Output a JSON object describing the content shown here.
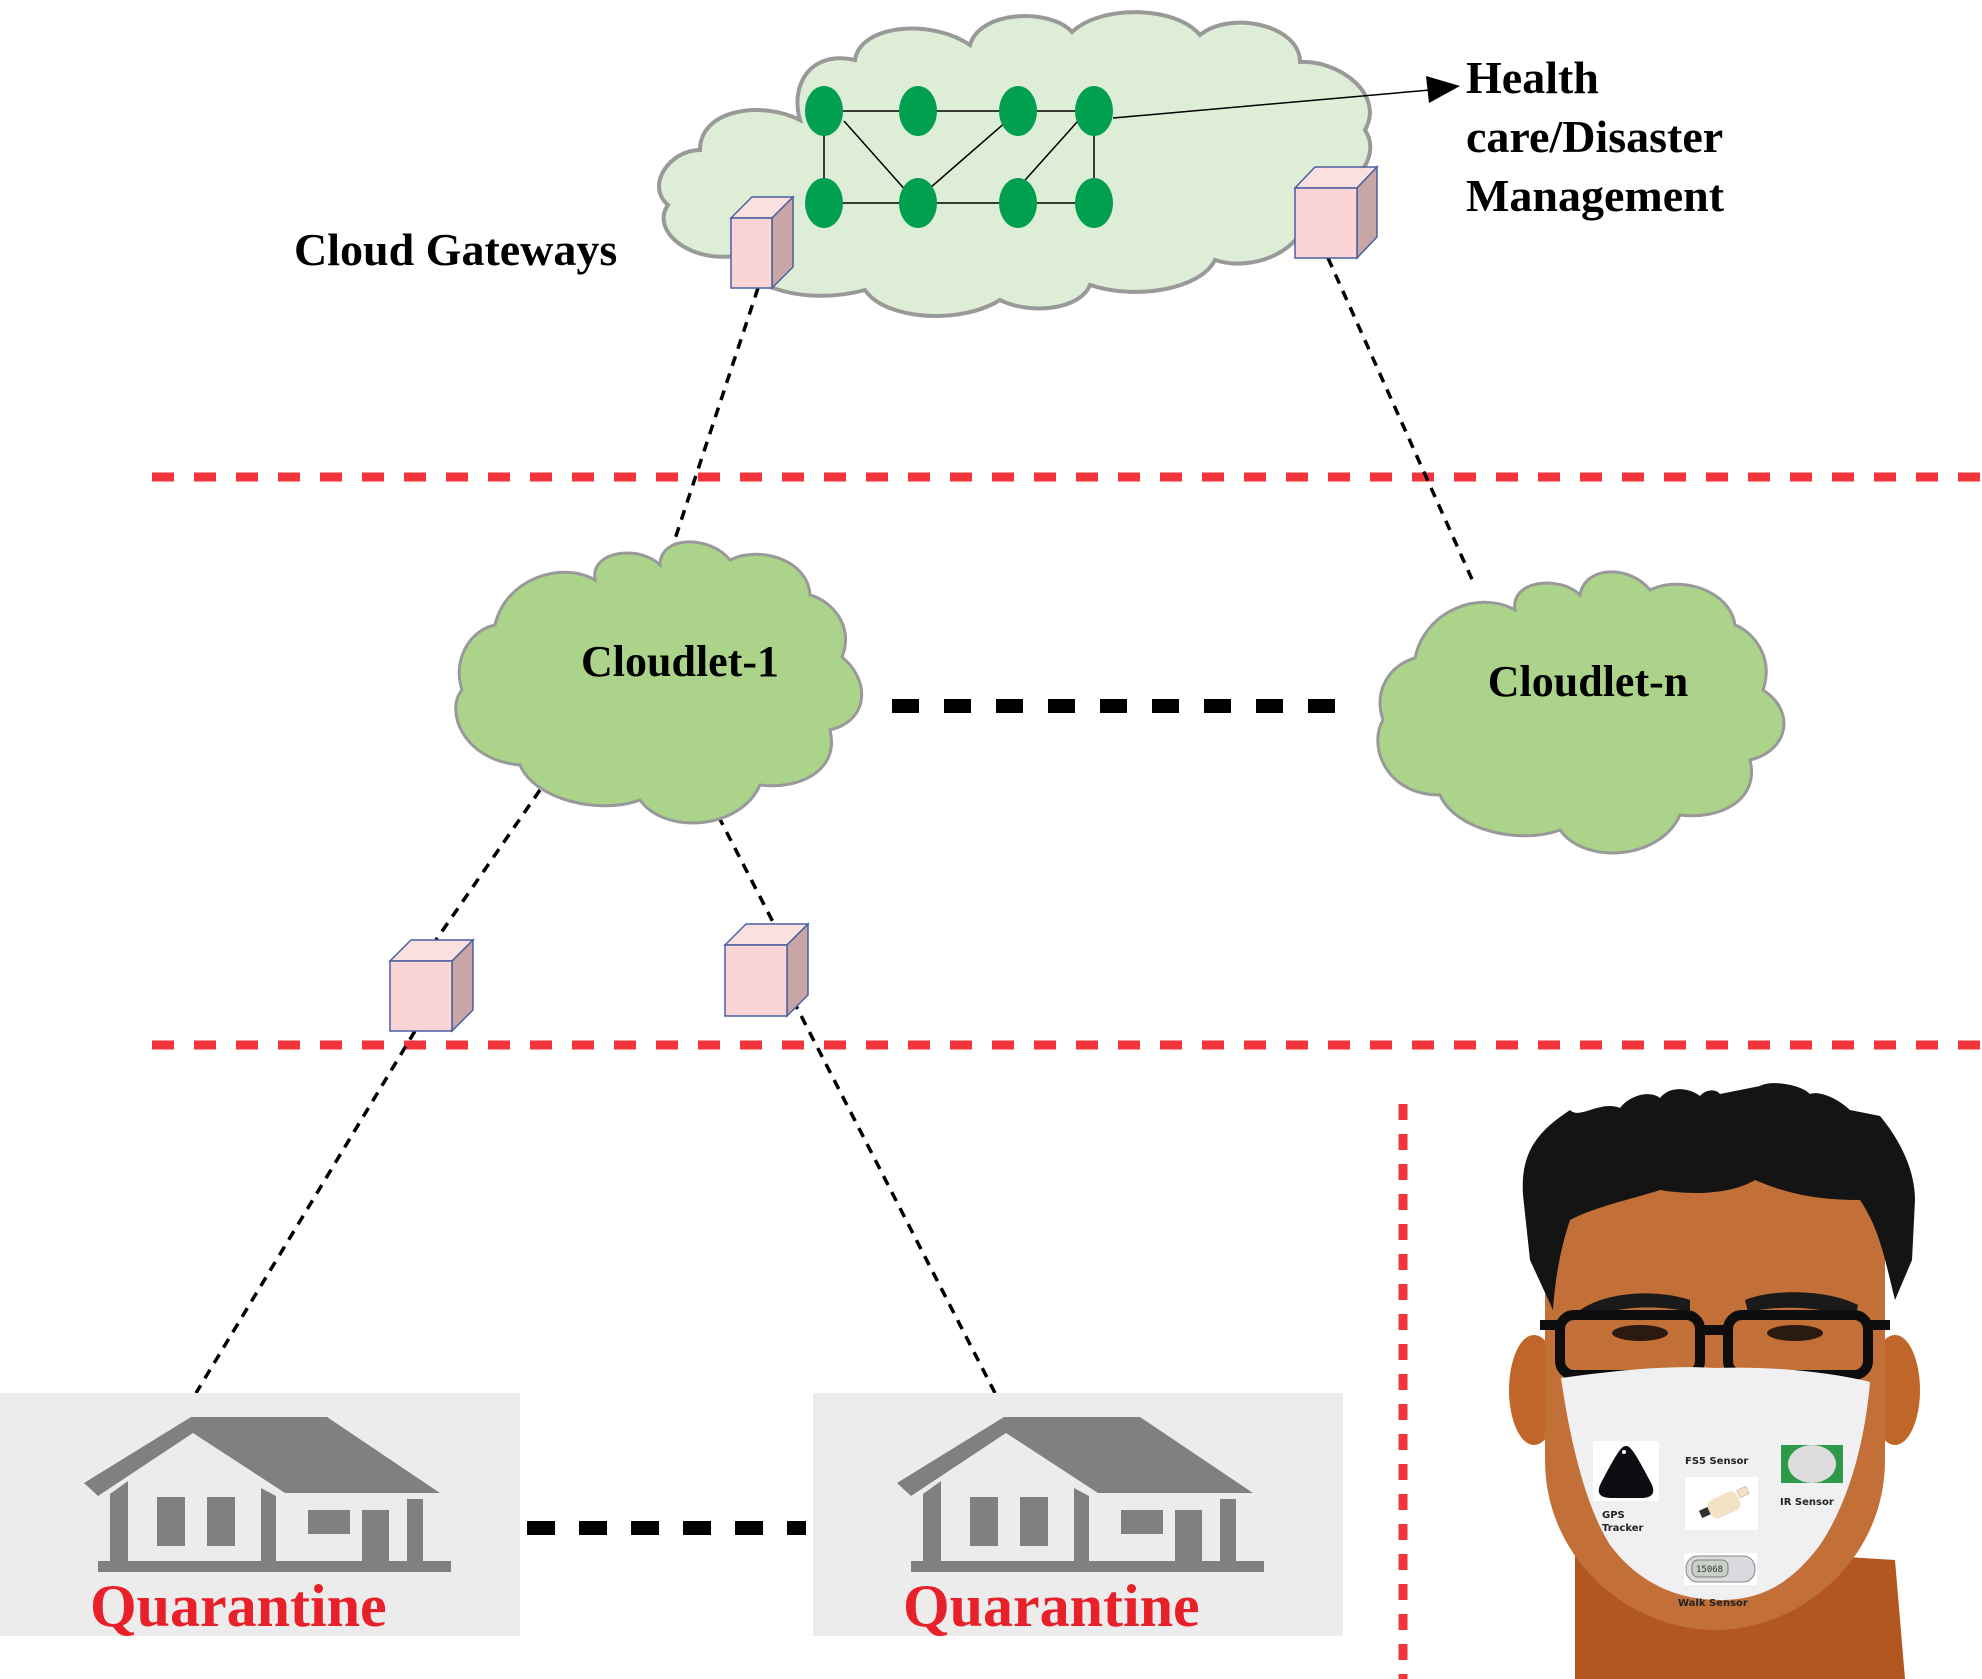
{
  "title": "IoT cloud architecture for quarantine monitoring",
  "labels": {
    "cloud_gateways": "Cloud Gateways",
    "health_line1": "Health",
    "health_line2": "care/Disaster",
    "health_line3": "Management",
    "cloudlet_1": "Cloudlet-1",
    "cloudlet_n": "Cloudlet-n",
    "quarantine_1": "Quarantine",
    "quarantine_2": "Quarantine"
  },
  "mask_sensors": {
    "gps_line1": "GPS",
    "gps_line2": "Tracker",
    "fs5": "FS5 Sensor",
    "ir": "IR Sensor",
    "walk": "Walk Sensor",
    "pedometer_reading": "15068"
  },
  "colors": {
    "core_cloud_fill": "#deedd5",
    "cloudlet_fill": "#acd38a",
    "cloud_stroke": "#999999",
    "node_fill": "#00a050",
    "gateway_front": "#fbd5d5",
    "gateway_side": "#c8a6a6",
    "gateway_stroke": "#4a5fa0",
    "tier_divider": "#f4343c",
    "quarantine_text": "#e8202a",
    "house_gray": "#808080",
    "card_bg": "#ececec"
  }
}
